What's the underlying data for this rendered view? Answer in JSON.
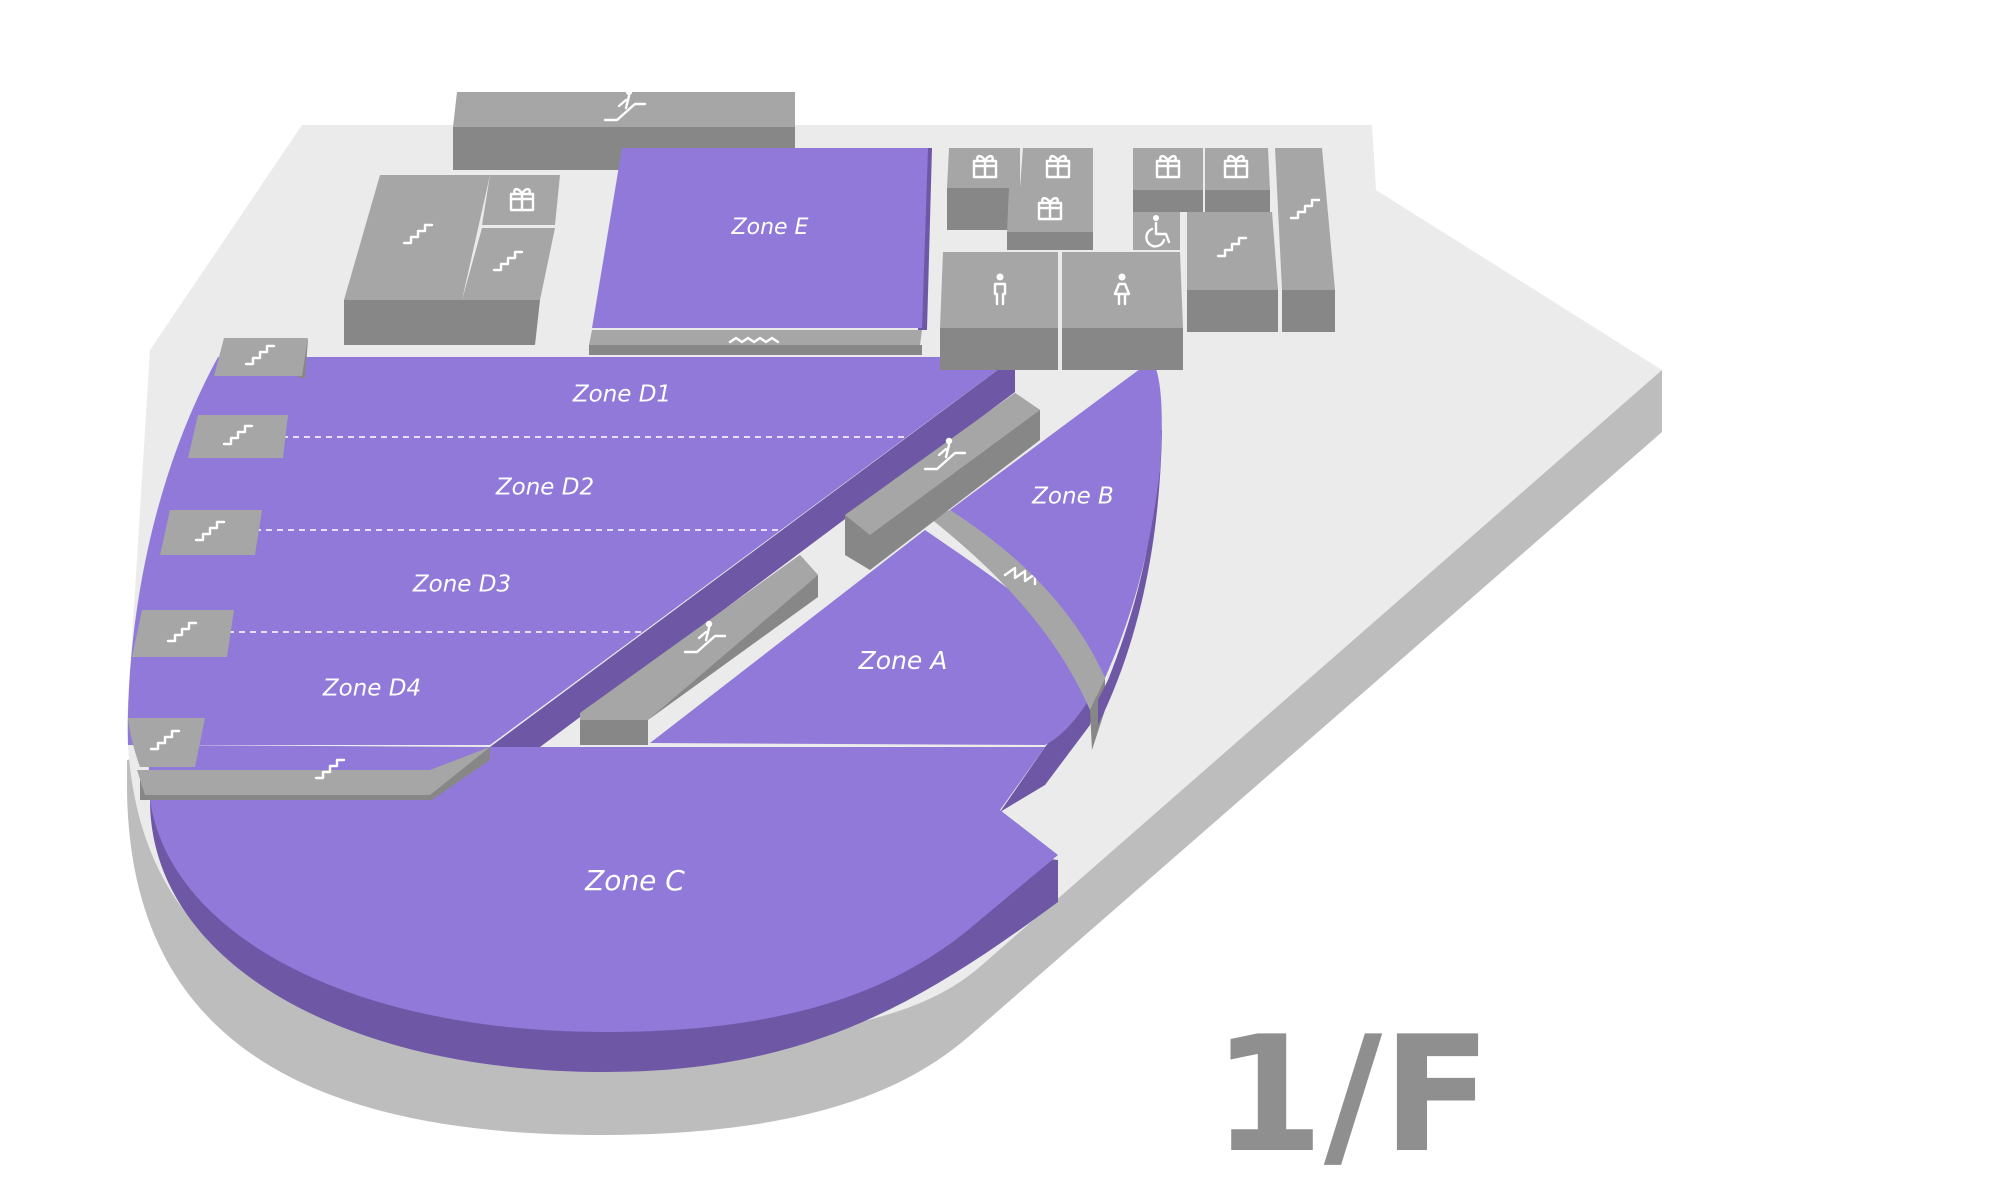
{
  "floor": {
    "label": "1/F"
  },
  "zones": {
    "zone_e": "Zone E",
    "zone_d1": "Zone D1",
    "zone_d2": "Zone D2",
    "zone_d3": "Zone D3",
    "zone_d4": "Zone D4",
    "zone_b": "Zone B",
    "zone_a": "Zone A",
    "zone_c": "Zone C"
  },
  "colors": {
    "zone_top": "#9079d8",
    "zone_side": "#6e58a5",
    "facility_top": "#a6a6a6",
    "facility_side": "#878787",
    "base_top": "#ebebeb",
    "base_side": "#bdbdbd",
    "floor_label": "#8f8f8f"
  },
  "icons": {
    "escalator": "escalator-icon",
    "stairs": "stairs-icon",
    "gift_shop": "gift-icon",
    "accessible": "wheelchair-icon",
    "restroom_male": "male-restroom-icon",
    "restroom_female": "female-restroom-icon",
    "ramp": "ramp-icon"
  }
}
